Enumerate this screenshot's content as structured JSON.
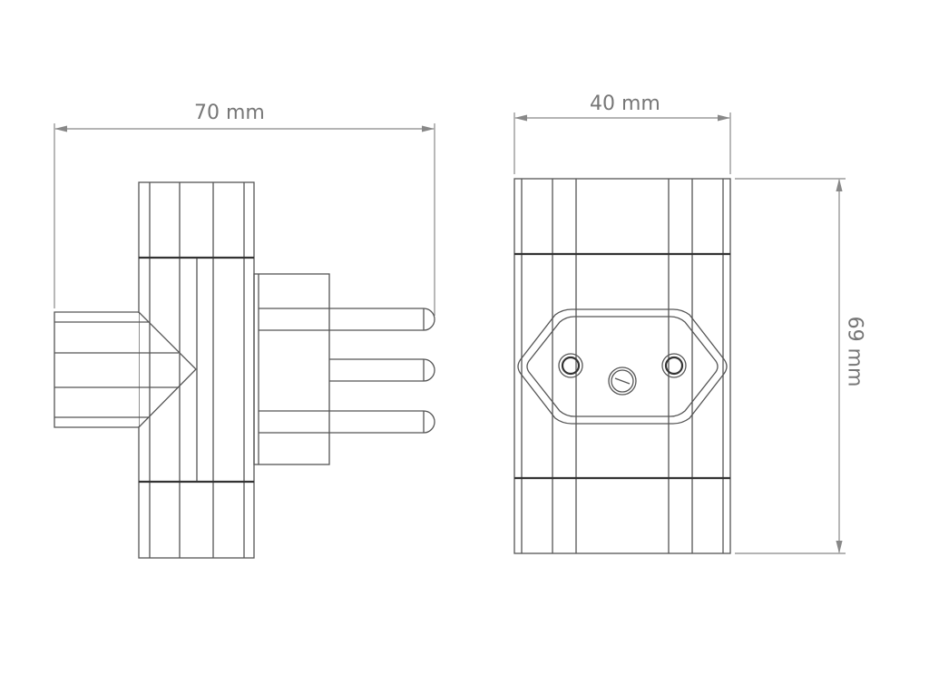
{
  "dimensions": {
    "width_side": "70 mm",
    "width_front": "40 mm",
    "height_front": "69 mm"
  },
  "colors": {
    "line": "#555555",
    "dimension": "#888888"
  }
}
